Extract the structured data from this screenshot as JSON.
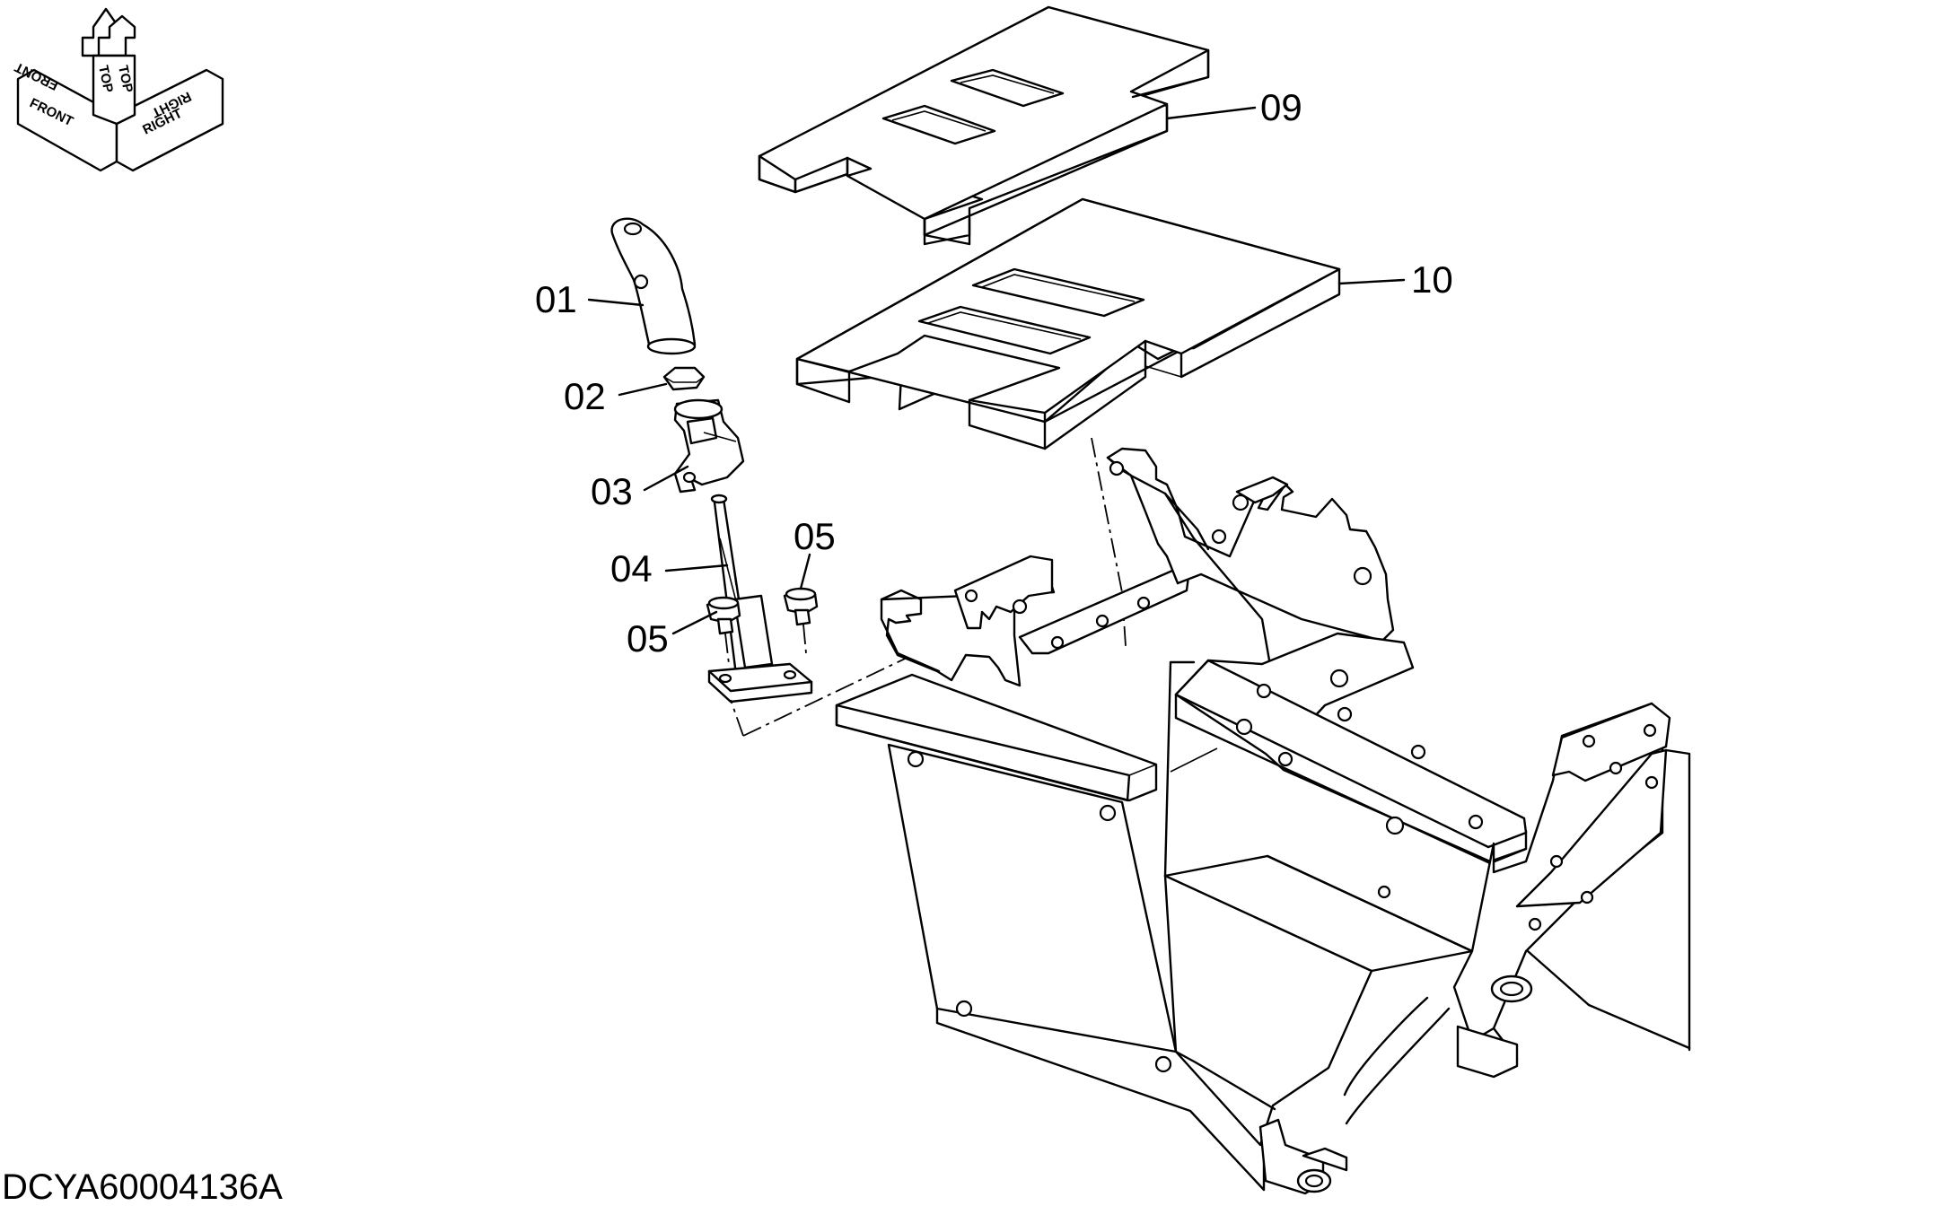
{
  "orientation": {
    "top_label": "TOP",
    "front_label": "FRONT",
    "right_label": "RIGHT"
  },
  "parts": [
    {
      "id": "01"
    },
    {
      "id": "02"
    },
    {
      "id": "03"
    },
    {
      "id": "04"
    },
    {
      "id": "05a",
      "label": "05"
    },
    {
      "id": "05b",
      "label": "05"
    },
    {
      "id": "09"
    },
    {
      "id": "10"
    }
  ],
  "labels": {
    "p01": "01",
    "p02": "02",
    "p03": "03",
    "p04": "04",
    "p05_upper": "05",
    "p05_lower": "05",
    "p09": "09",
    "p10": "10"
  },
  "drawing_id": "DCYA60004136A"
}
